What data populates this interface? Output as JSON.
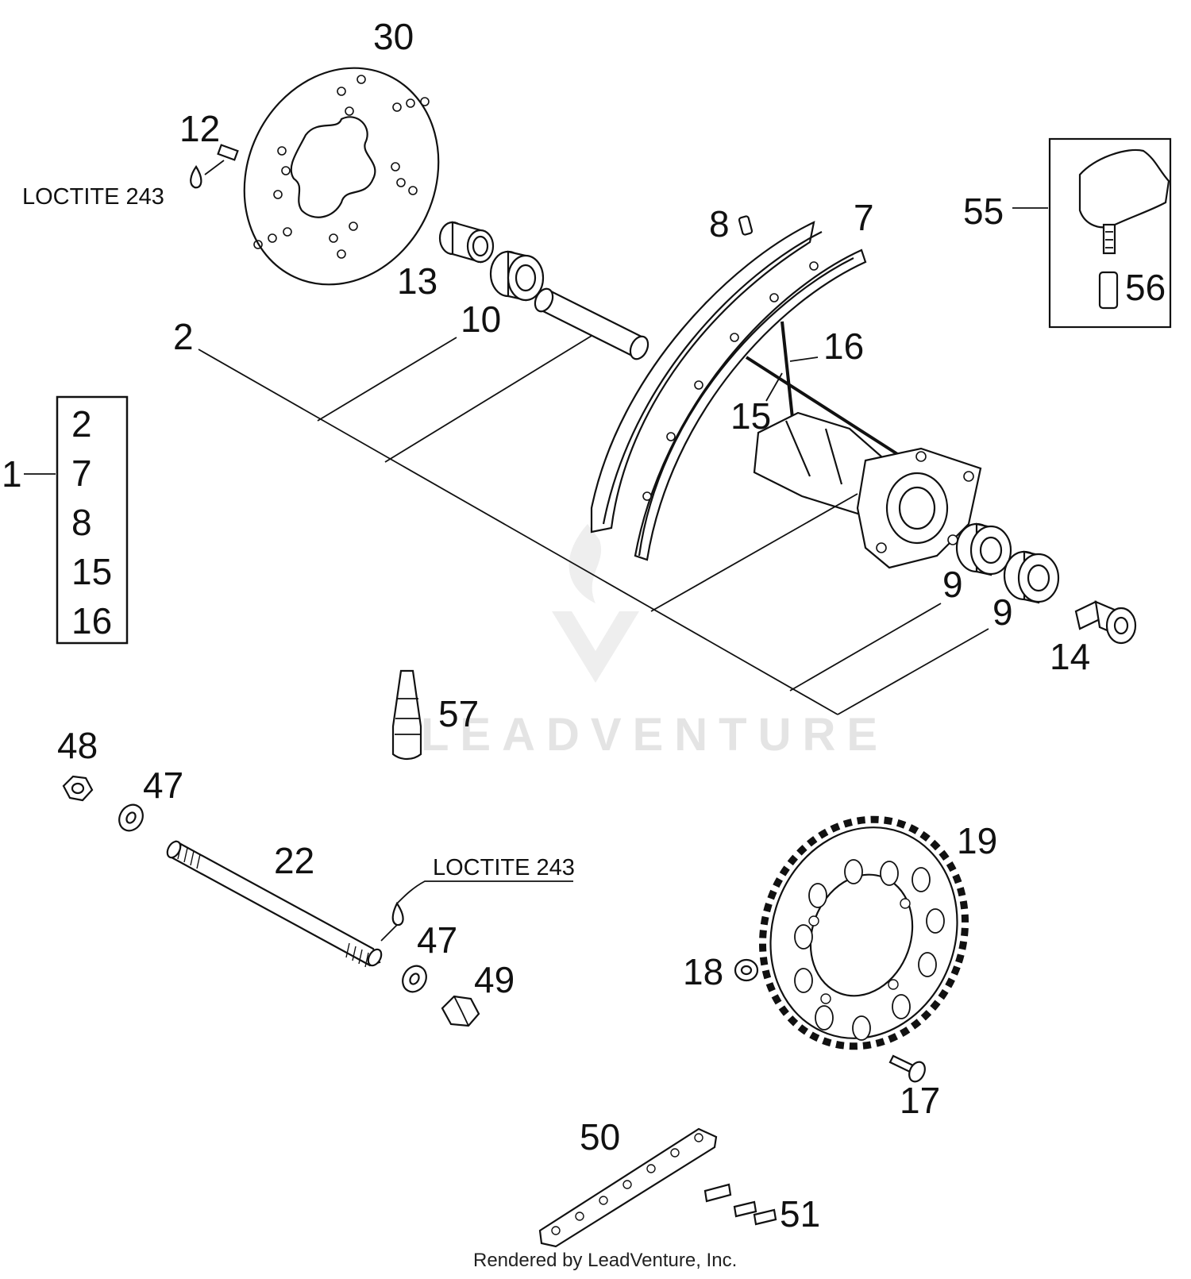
{
  "labels": {
    "p1": "1",
    "p2": "2",
    "p7": "7",
    "p8": "8",
    "p9a": "9",
    "p9b": "9",
    "p10": "10",
    "p12": "12",
    "p13": "13",
    "p14": "14",
    "p15": "15",
    "p16": "16",
    "p17": "17",
    "p18": "18",
    "p19": "19",
    "p22": "22",
    "p30": "30",
    "p47a": "47",
    "p47b": "47",
    "p48": "48",
    "p49": "49",
    "p50": "50",
    "p51": "51",
    "p55": "55",
    "p56": "56",
    "p57": "57"
  },
  "assembly_box": [
    "2",
    "7",
    "8",
    "15",
    "16"
  ],
  "notes": {
    "loctite_top": "LOCTITE 243",
    "loctite_axle": "LOCTITE 243"
  },
  "watermark": "LEADVENTURE",
  "footer": "Rendered by LeadVenture, Inc."
}
